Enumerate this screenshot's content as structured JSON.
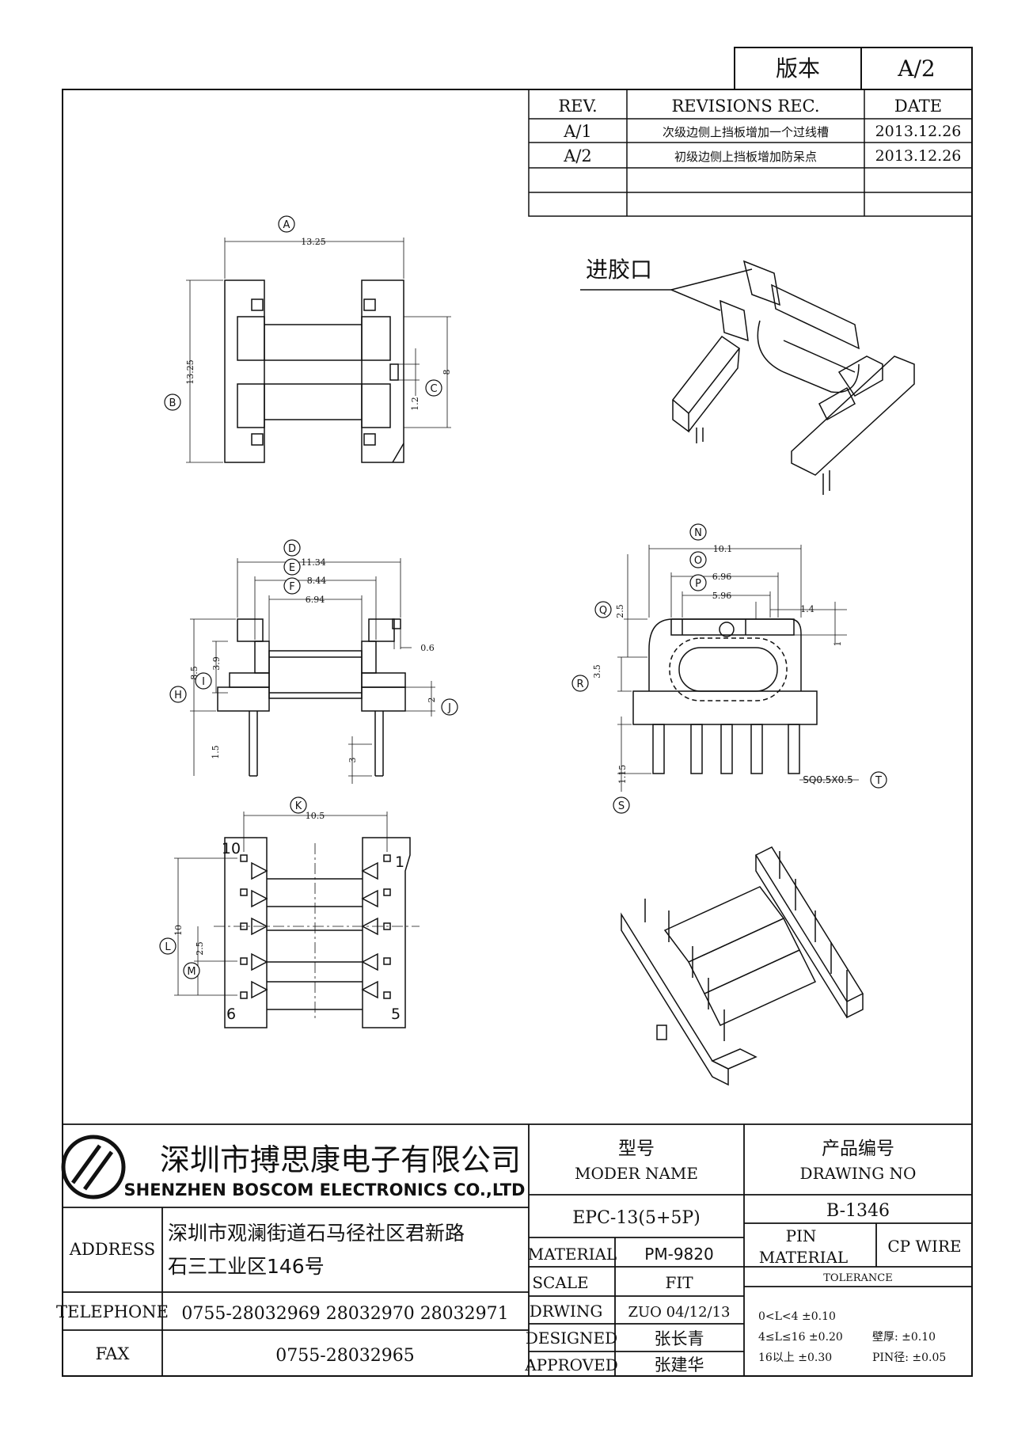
{
  "version_box": {
    "label": "版本",
    "value": "A/2"
  },
  "revisions": {
    "headers": {
      "rev": "REV.",
      "rec": "REVISIONS REC.",
      "date": "DATE"
    },
    "rows": [
      {
        "rev": "A/1",
        "rec": "次级边侧上挡板增加一个过线槽",
        "date": "2013.12.26"
      },
      {
        "rev": "A/2",
        "rec": "初级边侧上挡板增加防呆点",
        "date": "2013.12.26"
      },
      {
        "rev": "",
        "rec": "",
        "date": ""
      },
      {
        "rev": "",
        "rec": "",
        "date": ""
      }
    ]
  },
  "callouts": {
    "gate": "进胶口"
  },
  "dimensions": {
    "A": {
      "letter": "A",
      "value": "13.25"
    },
    "B": {
      "letter": "B",
      "value": "13.25"
    },
    "C": {
      "letter": "C",
      "value": "8"
    },
    "c_small": "1.2",
    "D": {
      "letter": "D",
      "value": "11.34"
    },
    "E": {
      "letter": "E",
      "value": "8.44"
    },
    "F": {
      "letter": "F",
      "value": "6.94"
    },
    "H": {
      "letter": "H",
      "value": "8.5"
    },
    "I": {
      "letter": "I",
      "value": "3.9"
    },
    "J": {
      "letter": "J",
      "value": "2"
    },
    "g06": "0.6",
    "v15": "1.5",
    "v3": "3",
    "N": {
      "letter": "N",
      "value": "10.1"
    },
    "O": {
      "letter": "O",
      "value": "6.96"
    },
    "P": {
      "letter": "P",
      "value": "5.96"
    },
    "Q": {
      "letter": "Q",
      "value": "2.5"
    },
    "R": {
      "letter": "R",
      "value": "3.5"
    },
    "S": {
      "letter": "S",
      "value": "1.15"
    },
    "T": {
      "letter": "T",
      "value": "SQ0.5X0.5"
    },
    "h14": "1.4",
    "h1": "1",
    "K": {
      "letter": "K",
      "value": "10.5"
    },
    "L": {
      "letter": "L",
      "value": "10"
    },
    "M": {
      "letter": "M",
      "value": "2.5"
    }
  },
  "pins": {
    "p10": "10",
    "p1": "1",
    "p6": "6",
    "p5": "5"
  },
  "company": {
    "name_cn": "深圳市搏思康电子有限公司",
    "name_en": "SHENZHEN BOSCOM ELECTRONICS CO.,LTD",
    "address_label": "ADDRESS",
    "address_line1": "深圳市观澜街道石马径社区君新路",
    "address_line2": "石三工业区146号",
    "telephone_label": "TELEPHONE",
    "telephone": "0755-28032969 28032970 28032971",
    "fax_label": "FAX",
    "fax": "0755-28032965"
  },
  "title_block": {
    "model_label_cn": "型号",
    "model_label_en": "MODER NAME",
    "model_value": "EPC-13(5+5P)",
    "drawing_label_cn": "产品编号",
    "drawing_label_en": "DRAWING NO",
    "drawing_value": "B-1346",
    "material_label": "MATERIAL",
    "material_value": "PM-9820",
    "scale_label": "SCALE",
    "scale_value": "FIT",
    "drwing_label": "DRWING",
    "drwing_value": "ZUO 04/12/13",
    "designed_label": "DESIGNED",
    "designed_value": "张长青",
    "approved_label": "APPROVED",
    "approved_value": "张建华",
    "pin_label": "PIN",
    "pin_material_label": "MATERIAL",
    "pin_material_value": "CP WIRE",
    "tolerance_label": "TOLERANCE",
    "tol1": "0<L<4    ±0.10",
    "tol2": "4≤L≤16  ±0.20",
    "tol3": "16以上    ±0.30",
    "wall_label": "壁厚: ±0.10",
    "pin_dia_label": "PIN径: ±0.05"
  }
}
